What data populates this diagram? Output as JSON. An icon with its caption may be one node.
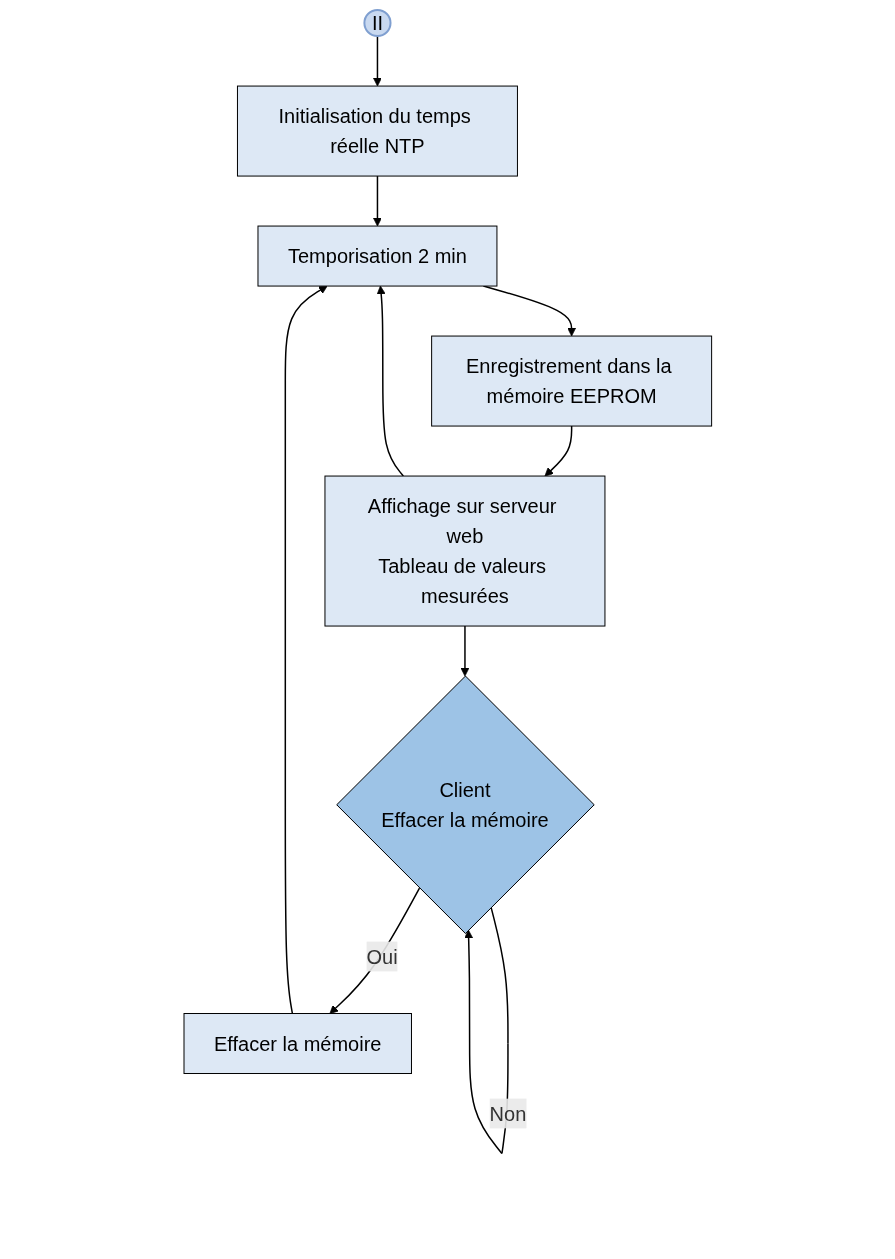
{
  "diagram": {
    "nodes": [
      {
        "text": [
          "II"
        ]
      },
      {
        "text": [
          "Initialisation du temps réelle NTP"
        ]
      },
      {
        "text": [
          "Temporisation 2 min"
        ]
      },
      {
        "text": [
          "Enregistrement dans la mémoire EEPROM"
        ]
      },
      {
        "text": [
          "Affichage sur serveur web",
          "Tableau de valeurs mesurées"
        ]
      },
      {
        "text": [
          "Client",
          "Effacer la mémoire"
        ]
      },
      {
        "text": [
          "Effacer la mémoire"
        ]
      }
    ],
    "edges": [
      {
        "from": 0,
        "to": 1,
        "arrow": "to"
      },
      {
        "from": 1,
        "to": 2,
        "arrow": "to"
      },
      {
        "from": 2,
        "to": 3,
        "arrow": "to"
      },
      {
        "from": 3,
        "to": 4,
        "arrow": "to"
      },
      {
        "from": 4,
        "to": 5,
        "arrow": "to"
      },
      {
        "from": 4,
        "to": 2,
        "arrow": "to"
      },
      {
        "from": 5,
        "to": 5,
        "label": "Non",
        "arrow": "to"
      },
      {
        "from": 5,
        "to": 6,
        "label": "Oui",
        "arrow": "to"
      },
      {
        "from": 6,
        "to": 2,
        "arrow": "to"
      }
    ]
  }
}
